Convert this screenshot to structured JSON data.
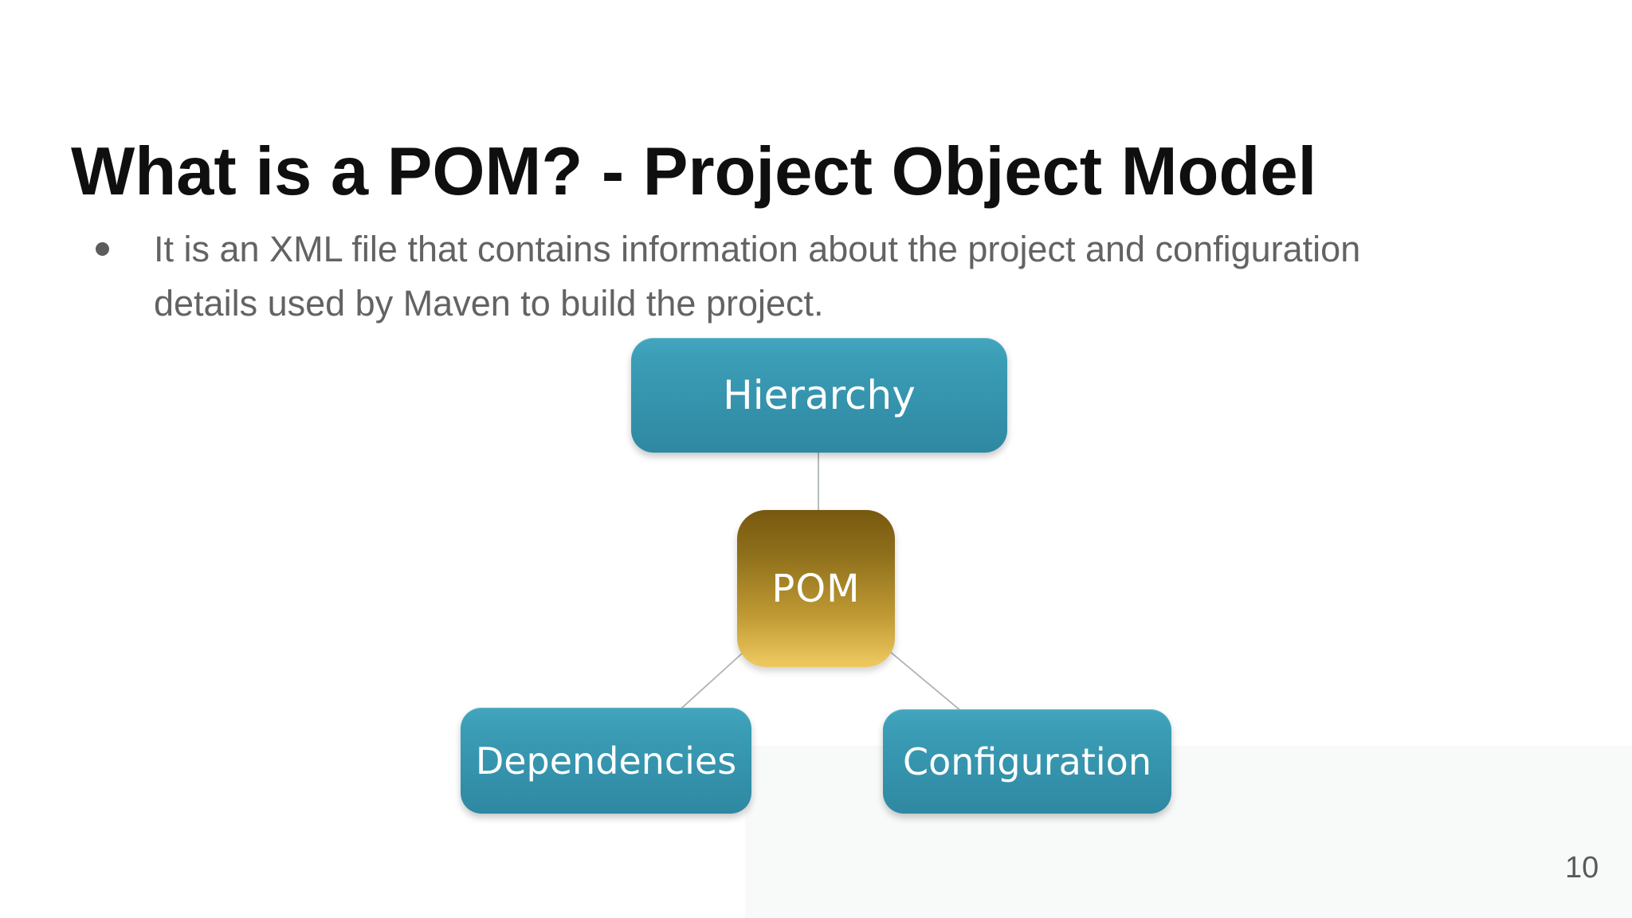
{
  "slide": {
    "title": "What is a POM? - Project Object Model",
    "bullet": {
      "lines": [
        "It is an XML file that contains information about the project and configuration",
        "details used by Maven to build the project."
      ]
    },
    "page_number": "10"
  },
  "diagram": {
    "type": "hierarchy-diagram",
    "nodes": [
      {
        "id": "hierarchy",
        "label": "Hierarchy",
        "style": "teal"
      },
      {
        "id": "pom",
        "label": "POM",
        "style": "gold"
      },
      {
        "id": "dependencies",
        "label": "Dependencies",
        "style": "teal"
      },
      {
        "id": "configuration",
        "label": "Configuration",
        "style": "teal"
      }
    ],
    "edges": [
      {
        "from": "hierarchy",
        "to": "pom"
      },
      {
        "from": "pom",
        "to": "dependencies"
      },
      {
        "from": "pom",
        "to": "configuration"
      }
    ],
    "colors": {
      "teal_top": "#43a6be",
      "teal_bottom": "#2f88a2",
      "gold_top": "#77590f",
      "gold_bottom": "#eec75e",
      "node_text": "#ffffff",
      "connector": "#aeb4b6"
    }
  },
  "text_colors": {
    "title": "#0f0f0f",
    "body": "#636363",
    "page_number": "#5a5a5a"
  }
}
